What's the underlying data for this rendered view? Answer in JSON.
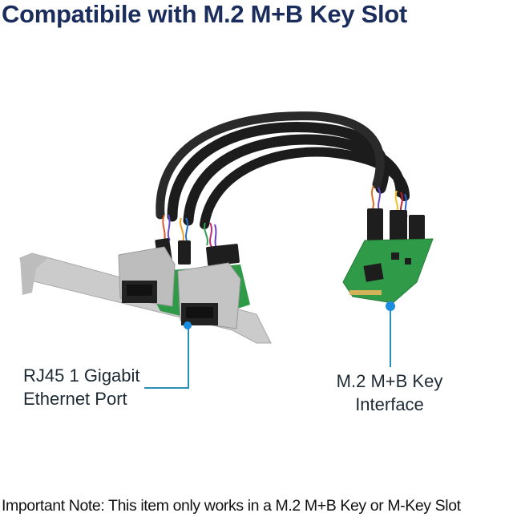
{
  "title": "Compatibile with M.2 M+B Key Slot",
  "callouts": {
    "left": {
      "line1": "RJ45 1 Gigabit",
      "line2": "Ethernet Port"
    },
    "right": {
      "line1": "M.2 M+B Key",
      "line2": "Interface"
    }
  },
  "note": "Important Note: This item only works in a M.2 M+B Key or M-Key Slot",
  "colors": {
    "title": "#1b2d5c",
    "callout_line": "#2a8fb5",
    "callout_dot": "#1c8de0",
    "pcb_green": "#2f9a48",
    "bracket_silver": "#cfcfcf",
    "cable_black": "#1a1a1a"
  },
  "icons": {
    "left_callout_dot": "callout-dot-icon",
    "right_callout_dot": "callout-dot-icon"
  }
}
